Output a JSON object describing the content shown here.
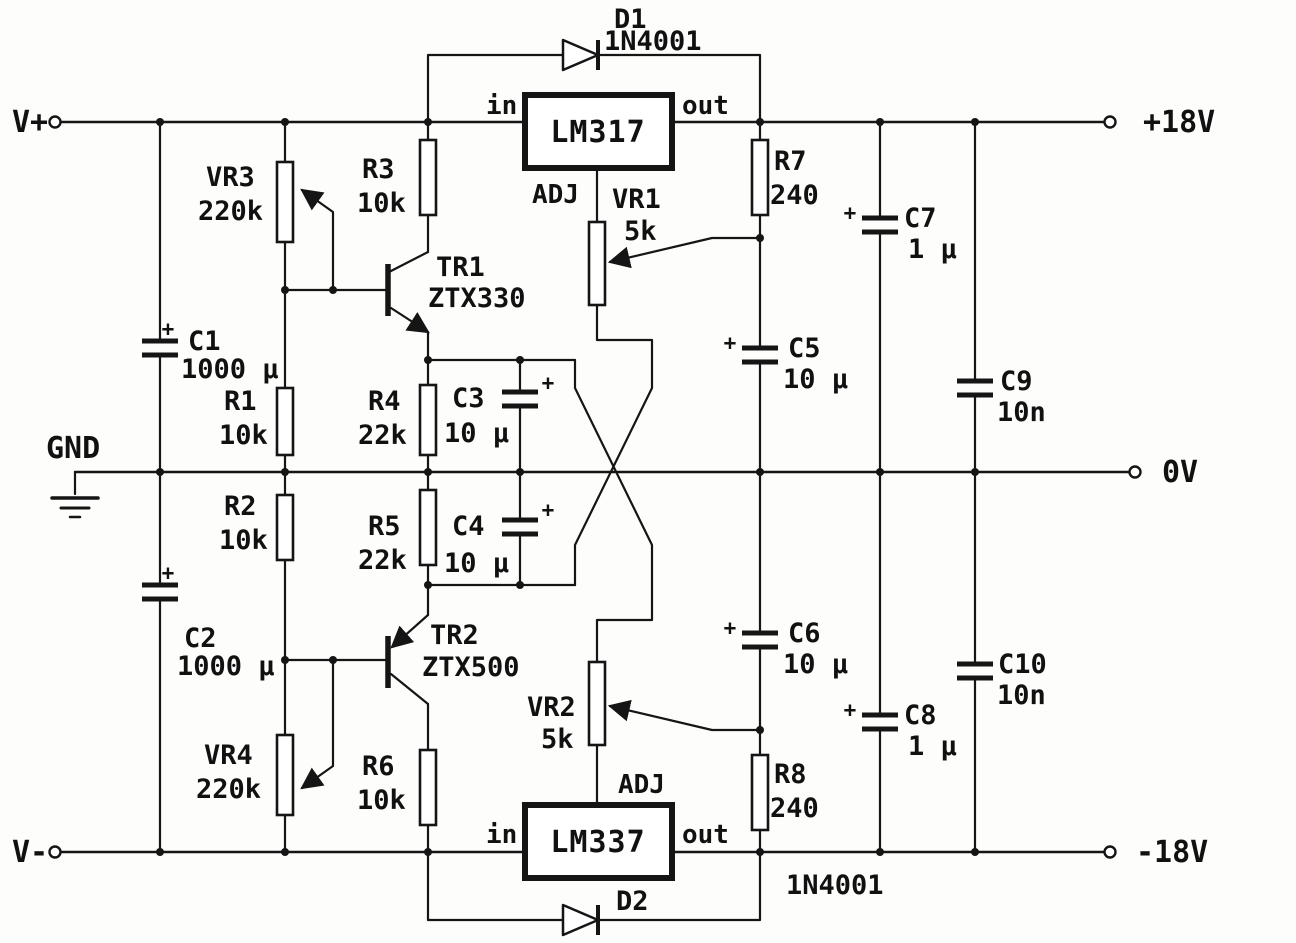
{
  "meta": {
    "description": "Dual tracking ±18V regulated power supply schematic with LM317 and LM337"
  },
  "symbols": {
    "plus": "+"
  },
  "terminals": {
    "v_plus": "V+",
    "out_plus": "+18V",
    "gnd": "GND",
    "zero_v": "0V",
    "v_minus": "V-",
    "out_minus": "-18V"
  },
  "regulators": {
    "u1": {
      "name": "LM317",
      "in": "in",
      "out": "out",
      "adj": "ADJ"
    },
    "u2": {
      "name": "LM337",
      "in": "in",
      "out": "out",
      "adj": "ADJ"
    }
  },
  "diodes": {
    "d1": {
      "ref": "D1",
      "part": "1N4001"
    },
    "d2": {
      "ref": "D2",
      "part": "1N4001"
    }
  },
  "transistors": {
    "tr1": {
      "ref": "TR1",
      "part": "ZTX330"
    },
    "tr2": {
      "ref": "TR2",
      "part": "ZTX500"
    }
  },
  "resistors": {
    "r1": {
      "ref": "R1",
      "value": "10k"
    },
    "r2": {
      "ref": "R2",
      "value": "10k"
    },
    "r3": {
      "ref": "R3",
      "value": "10k"
    },
    "r4": {
      "ref": "R4",
      "value": "22k"
    },
    "r5": {
      "ref": "R5",
      "value": "22k"
    },
    "r6": {
      "ref": "R6",
      "value": "10k"
    },
    "r7": {
      "ref": "R7",
      "value": "240"
    },
    "r8": {
      "ref": "R8",
      "value": "240"
    }
  },
  "potentiometers": {
    "vr1": {
      "ref": "VR1",
      "value": "5k"
    },
    "vr2": {
      "ref": "VR2",
      "value": "5k"
    },
    "vr3": {
      "ref": "VR3",
      "value": "220k"
    },
    "vr4": {
      "ref": "VR4",
      "value": "220k"
    }
  },
  "capacitors": {
    "c1": {
      "ref": "C1",
      "value": "1000 µ"
    },
    "c2": {
      "ref": "C2",
      "value": "1000 µ"
    },
    "c3": {
      "ref": "C3",
      "value": "10 µ"
    },
    "c4": {
      "ref": "C4",
      "value": "10 µ"
    },
    "c5": {
      "ref": "C5",
      "value": "10 µ"
    },
    "c6": {
      "ref": "C6",
      "value": "10 µ"
    },
    "c7": {
      "ref": "C7",
      "value": "1 µ"
    },
    "c8": {
      "ref": "C8",
      "value": "1 µ"
    },
    "c9": {
      "ref": "C9",
      "value": "10n"
    },
    "c10": {
      "ref": "C10",
      "value": "10n"
    }
  },
  "colors": {
    "line": "#151515",
    "paper": "#fdfdfb"
  }
}
